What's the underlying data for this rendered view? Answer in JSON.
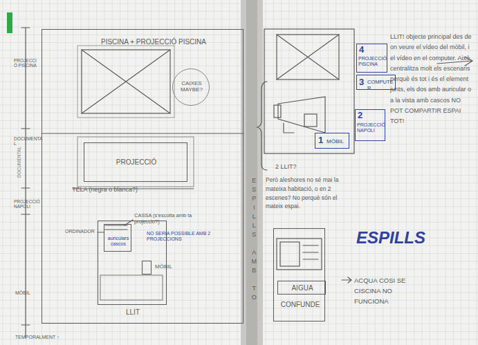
{
  "diagram": {
    "nodes": [
      {
        "text": [
          "PISCINA + PROJECCIÓ PISCINA"
        ]
      },
      {
        "text": [
          "CAIXES MAYBE?"
        ],
        "in": 0
      },
      {
        "text": [
          "PROJECCIÓ",
          "TELA (negra o blanca?)"
        ],
        "in": 0
      },
      {
        "text": [
          "LLIT"
        ],
        "in": 0
      },
      {
        "text": [
          "auriculars cascos"
        ],
        "in": 3
      },
      {
        "text": [
          "MÒBIL"
        ],
        "in": 3
      },
      {
        "text": [
          "4",
          "PROJECCIÓ PISCINA"
        ]
      },
      {
        "text": [
          "3",
          "COMPUTER"
        ]
      },
      {
        "text": [
          "2",
          "PROJECCIÓ NAPOLI"
        ]
      },
      {
        "text": [
          "1",
          "MÒBIL"
        ]
      },
      {
        "text": [
          "CONFUNDE"
        ]
      },
      {
        "text": [
          "AIGUA"
        ],
        "in": 10
      }
    ],
    "labels": [
      "PROJECCIÓ PISCINA",
      "DOCUMENTAL",
      "DOCUMENTAL",
      "PROJECCIÓ NAPOLI",
      "MÒBIL",
      "TEMPORALMENT ↑",
      "ORDINADOR",
      "CASSA (s'escolta amb la projecció?)",
      "NO SERIA POSSIBLE AMB 2 PROJECCIONS",
      "LLIT! objecte principal des de on veure el vídeo del mòbil, i el vídeo en el computer. Això centralitza molt els escenaris perquè és tot i és el element junts, els dos amb auricular o a la vista amb cascos NO POT COMPARTIR ESPAI TOT!",
      "2 LLIT?",
      "Però aleshores no sé mai la mateixa habitació, o en 2 escenes? No perquè són el mateix espai.",
      "ESPILLS",
      "ESPILLS AMB TO",
      "ACQUA COSI SE CISCINA NO FUNCIONA"
    ]
  }
}
